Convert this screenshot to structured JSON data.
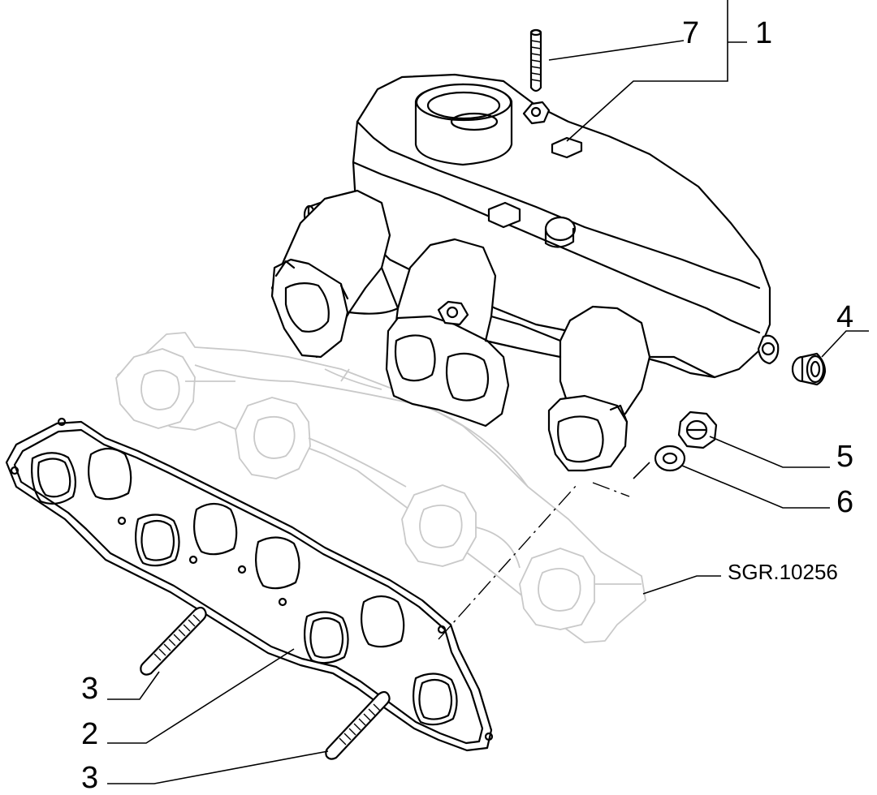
{
  "callouts": {
    "c1": "1",
    "c2": "2",
    "c3a": "3",
    "c3b": "3",
    "c4": "4",
    "c5": "5",
    "c6": "6",
    "c7": "7"
  },
  "reference": "SGR.10256"
}
